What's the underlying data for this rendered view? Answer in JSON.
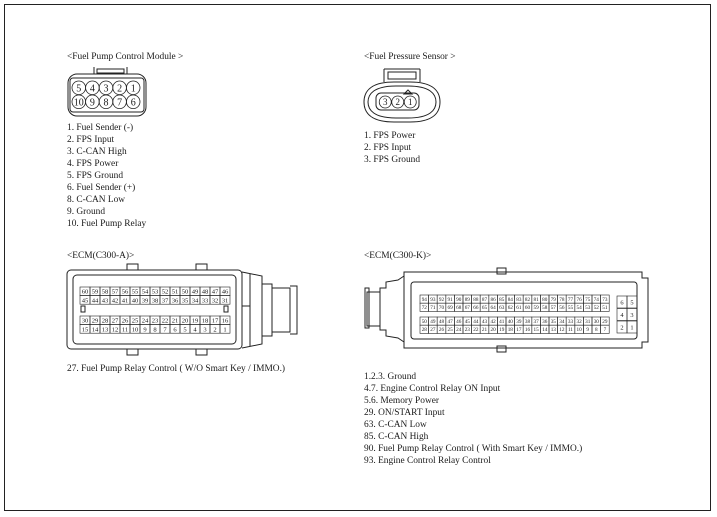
{
  "fpcm": {
    "title": "<Fuel Pump Control Module    >",
    "pins_top": [
      "5",
      "4",
      "3",
      "2",
      "1"
    ],
    "pins_bottom": [
      "10",
      "9",
      "8",
      "7",
      "6"
    ],
    "legend": [
      "1. Fuel Sender    (-)",
      "2.  FPS  Input",
      "3.  C-CAN High",
      "4.  FPS  Power",
      "5.  FPS  Ground",
      "6.  Fuel Sender    (+)",
      "8.  C-CAN Low",
      "9.  Ground",
      "10. Fuel Pump Relay"
    ]
  },
  "fps": {
    "title": "<Fuel Pressure Sensor    >",
    "pins": [
      "3",
      "2",
      "1"
    ],
    "legend": [
      "1.  FPS  Power",
      "2.  FPS  Input",
      "3.  FPS  Ground"
    ]
  },
  "ecm_a": {
    "title": "<ECM(C300-A)>",
    "row1": [
      "60",
      "59",
      "58",
      "57",
      "56",
      "55",
      "54",
      "53",
      "52",
      "51",
      "50",
      "49",
      "48",
      "47",
      "46"
    ],
    "row2": [
      "45",
      "44",
      "43",
      "42",
      "41",
      "40",
      "39",
      "38",
      "37",
      "36",
      "35",
      "34",
      "33",
      "32",
      "31"
    ],
    "row3": [
      "30",
      "29",
      "28",
      "27",
      "26",
      "25",
      "24",
      "23",
      "22",
      "21",
      "20",
      "19",
      "18",
      "17",
      "16"
    ],
    "row4": [
      "15",
      "14",
      "13",
      "12",
      "11",
      "10",
      "9",
      "8",
      "7",
      "6",
      "5",
      "4",
      "3",
      "2",
      "1"
    ],
    "legend": [
      "27.  Fuel Pump Relay Control  (     W/O Smart Key / IMMO.)"
    ]
  },
  "ecm_k": {
    "title": "<ECM(C300-K)>",
    "row1": [
      "94",
      "93",
      "92",
      "91",
      "90",
      "89",
      "88",
      "87",
      "86",
      "85",
      "84",
      "83",
      "82",
      "81",
      "80",
      "79",
      "78",
      "77",
      "76",
      "75",
      "74",
      "73"
    ],
    "row2": [
      "72",
      "71",
      "70",
      "69",
      "68",
      "67",
      "66",
      "65",
      "64",
      "63",
      "62",
      "61",
      "60",
      "59",
      "58",
      "57",
      "56",
      "55",
      "54",
      "53",
      "52",
      "51"
    ],
    "row3": [
      "50",
      "49",
      "48",
      "47",
      "46",
      "45",
      "44",
      "43",
      "42",
      "41",
      "40",
      "39",
      "38",
      "37",
      "36",
      "35",
      "34",
      "33",
      "32",
      "31",
      "30",
      "29"
    ],
    "row4": [
      "28",
      "27",
      "26",
      "25",
      "24",
      "23",
      "22",
      "21",
      "20",
      "19",
      "18",
      "17",
      "16",
      "15",
      "14",
      "13",
      "12",
      "11",
      "10",
      "9",
      "8",
      "7"
    ],
    "side": [
      [
        "6",
        "5"
      ],
      [
        "4",
        "3"
      ],
      [
        "2",
        "1"
      ]
    ],
    "legend": [
      "1.2.3.  Ground",
      "4.7. Engine Control Relay ON Input",
      "5.6.  Memory Power",
      "29.  ON/START Input",
      "63.  C-CAN Low",
      "85.  C-CAN High",
      "90.  Fuel Pump Relay Control  (     With Smart Key / IMMO.)",
      "93.  Engine Control Relay Control"
    ]
  }
}
